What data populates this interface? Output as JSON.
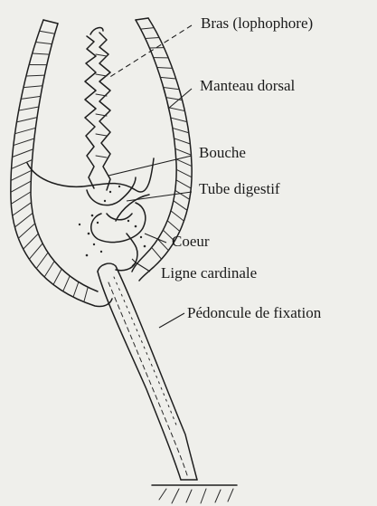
{
  "labels": {
    "arms": "Bras (lophophore)",
    "mantle": "Manteau dorsal",
    "mouth": "Bouche",
    "gut": "Tube digestif",
    "heart": "Coeur",
    "cardinal_line": "Ligne cardinale",
    "peduncle": "Pédoncule de fixation"
  }
}
